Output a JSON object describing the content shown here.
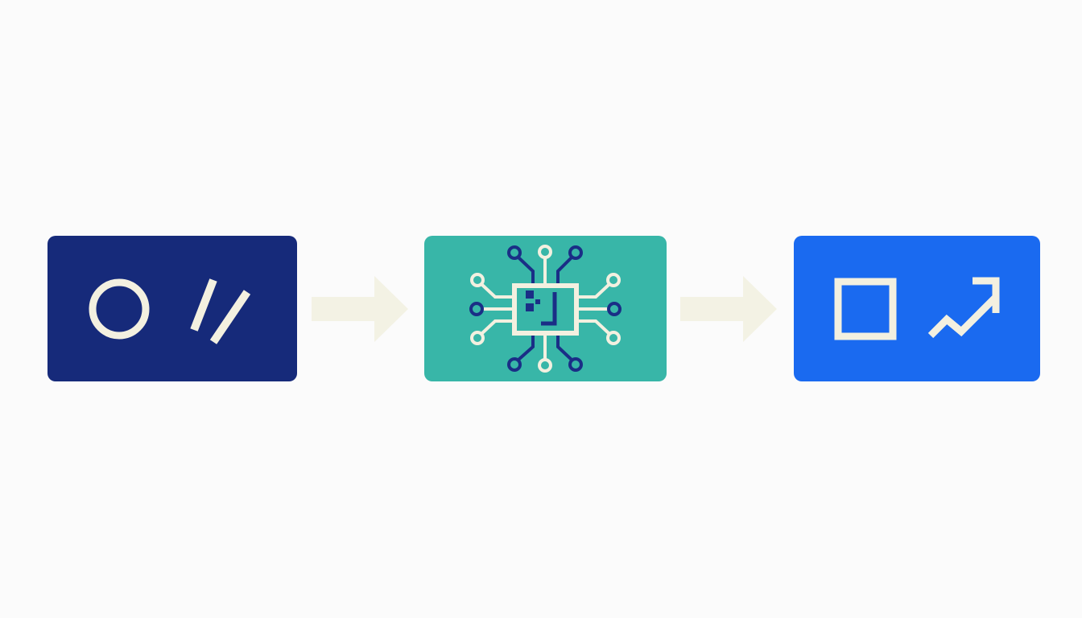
{
  "diagram": {
    "type": "flow",
    "direction": "left-to-right",
    "nodes": [
      {
        "id": "input",
        "icons": [
          "circle-icon",
          "double-slash-icon"
        ],
        "color": "#162a7a"
      },
      {
        "id": "process",
        "icons": [
          "circuit-chip-icon"
        ],
        "color": "#38b6a8"
      },
      {
        "id": "output",
        "icons": [
          "square-icon",
          "trend-up-arrow-icon"
        ],
        "color": "#1a6af0"
      }
    ],
    "edges": [
      {
        "from": "input",
        "to": "process"
      },
      {
        "from": "process",
        "to": "output"
      }
    ]
  },
  "colors": {
    "background": "#fbfbfb",
    "icon_light": "#f3f0e0",
    "icon_dark": "#1a2e86",
    "arrow": "#f3f2e4"
  }
}
